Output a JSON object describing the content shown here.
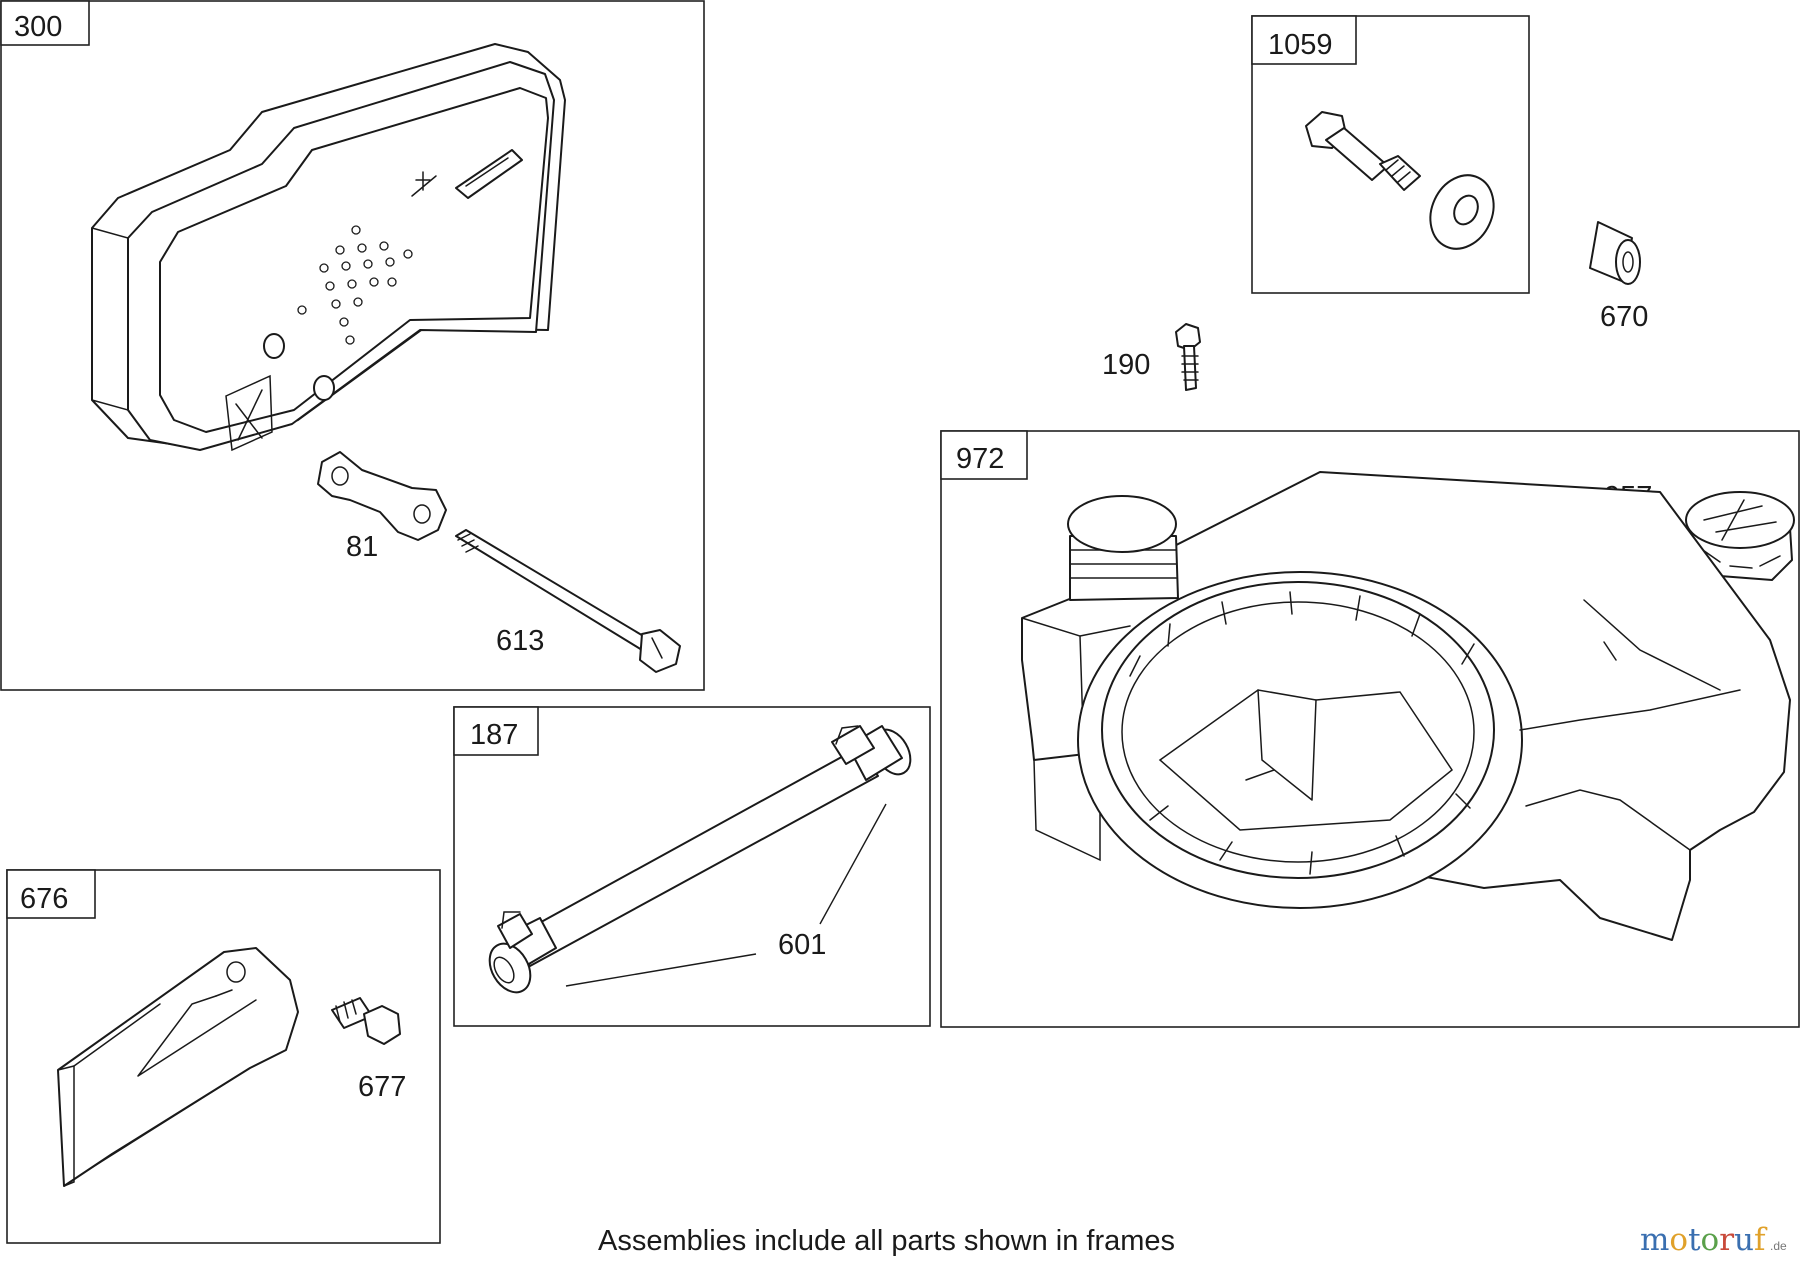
{
  "frames": {
    "muffler_assembly": "300",
    "bolt_assembly": "1059",
    "fuel_tank_assembly": "972",
    "fuel_line_assembly": "187",
    "guard_assembly": "676"
  },
  "parts": {
    "muffler_gasket": "81",
    "muffler_screw": "613",
    "tank_screw": "190",
    "spacer": "670",
    "fuel_cap": "957",
    "fuel_line_clamp": "601",
    "guard_screw": "677"
  },
  "caption": "Assemblies include all parts shown in frames",
  "watermark": {
    "name_letters": [
      "m",
      "o",
      "t",
      "o",
      "r",
      "u",
      "f"
    ],
    "letter_colors": [
      "#3a6fb0",
      "#e0a12a",
      "#3a6fb0",
      "#5aa04a",
      "#c94a3a",
      "#3a6fb0",
      "#e0a12a"
    ],
    "domain": ".de"
  }
}
